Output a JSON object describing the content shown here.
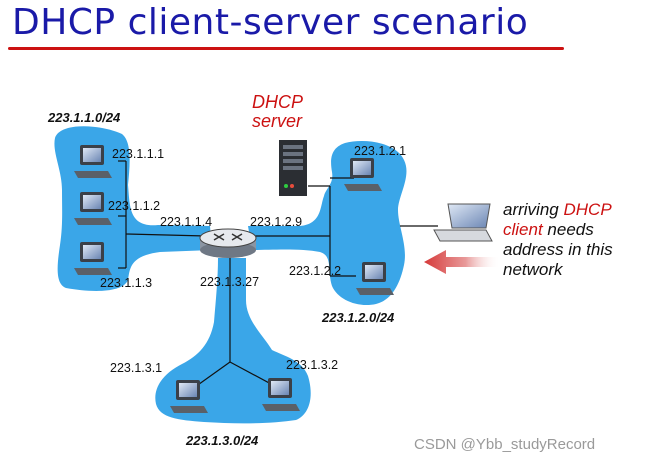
{
  "title": "DHCP client-server scenario",
  "server_label_line1": "DHCP",
  "server_label_line2": "server",
  "subnets": {
    "left": "223.1.1.0/24",
    "right": "223.1.2.0/24",
    "bottom": "223.1.3.0/24"
  },
  "hosts": {
    "h111": "223.1.1.1",
    "h112": "223.1.1.2",
    "h113": "223.1.1.3",
    "h121": "223.1.2.1",
    "h122": "223.1.2.2",
    "h131": "223.1.3.1",
    "h132": "223.1.3.2"
  },
  "router_interfaces": {
    "if114": "223.1.1.4",
    "if129": "223.1.2.9",
    "if1327": "223.1.3.27"
  },
  "arriving": {
    "w1": "arriving",
    "w2": "DHCP",
    "w3": "client",
    "w4": "needs",
    "line3": "address in this",
    "line4": "network"
  },
  "watermark": "CSDN @Ybb_studyRecord",
  "colors": {
    "title": "#1a1aa8",
    "underline": "#cc1111",
    "network_fill": "#3aa6e8",
    "dhcp_red": "#cc1111",
    "arrow": "#d63a3a"
  }
}
